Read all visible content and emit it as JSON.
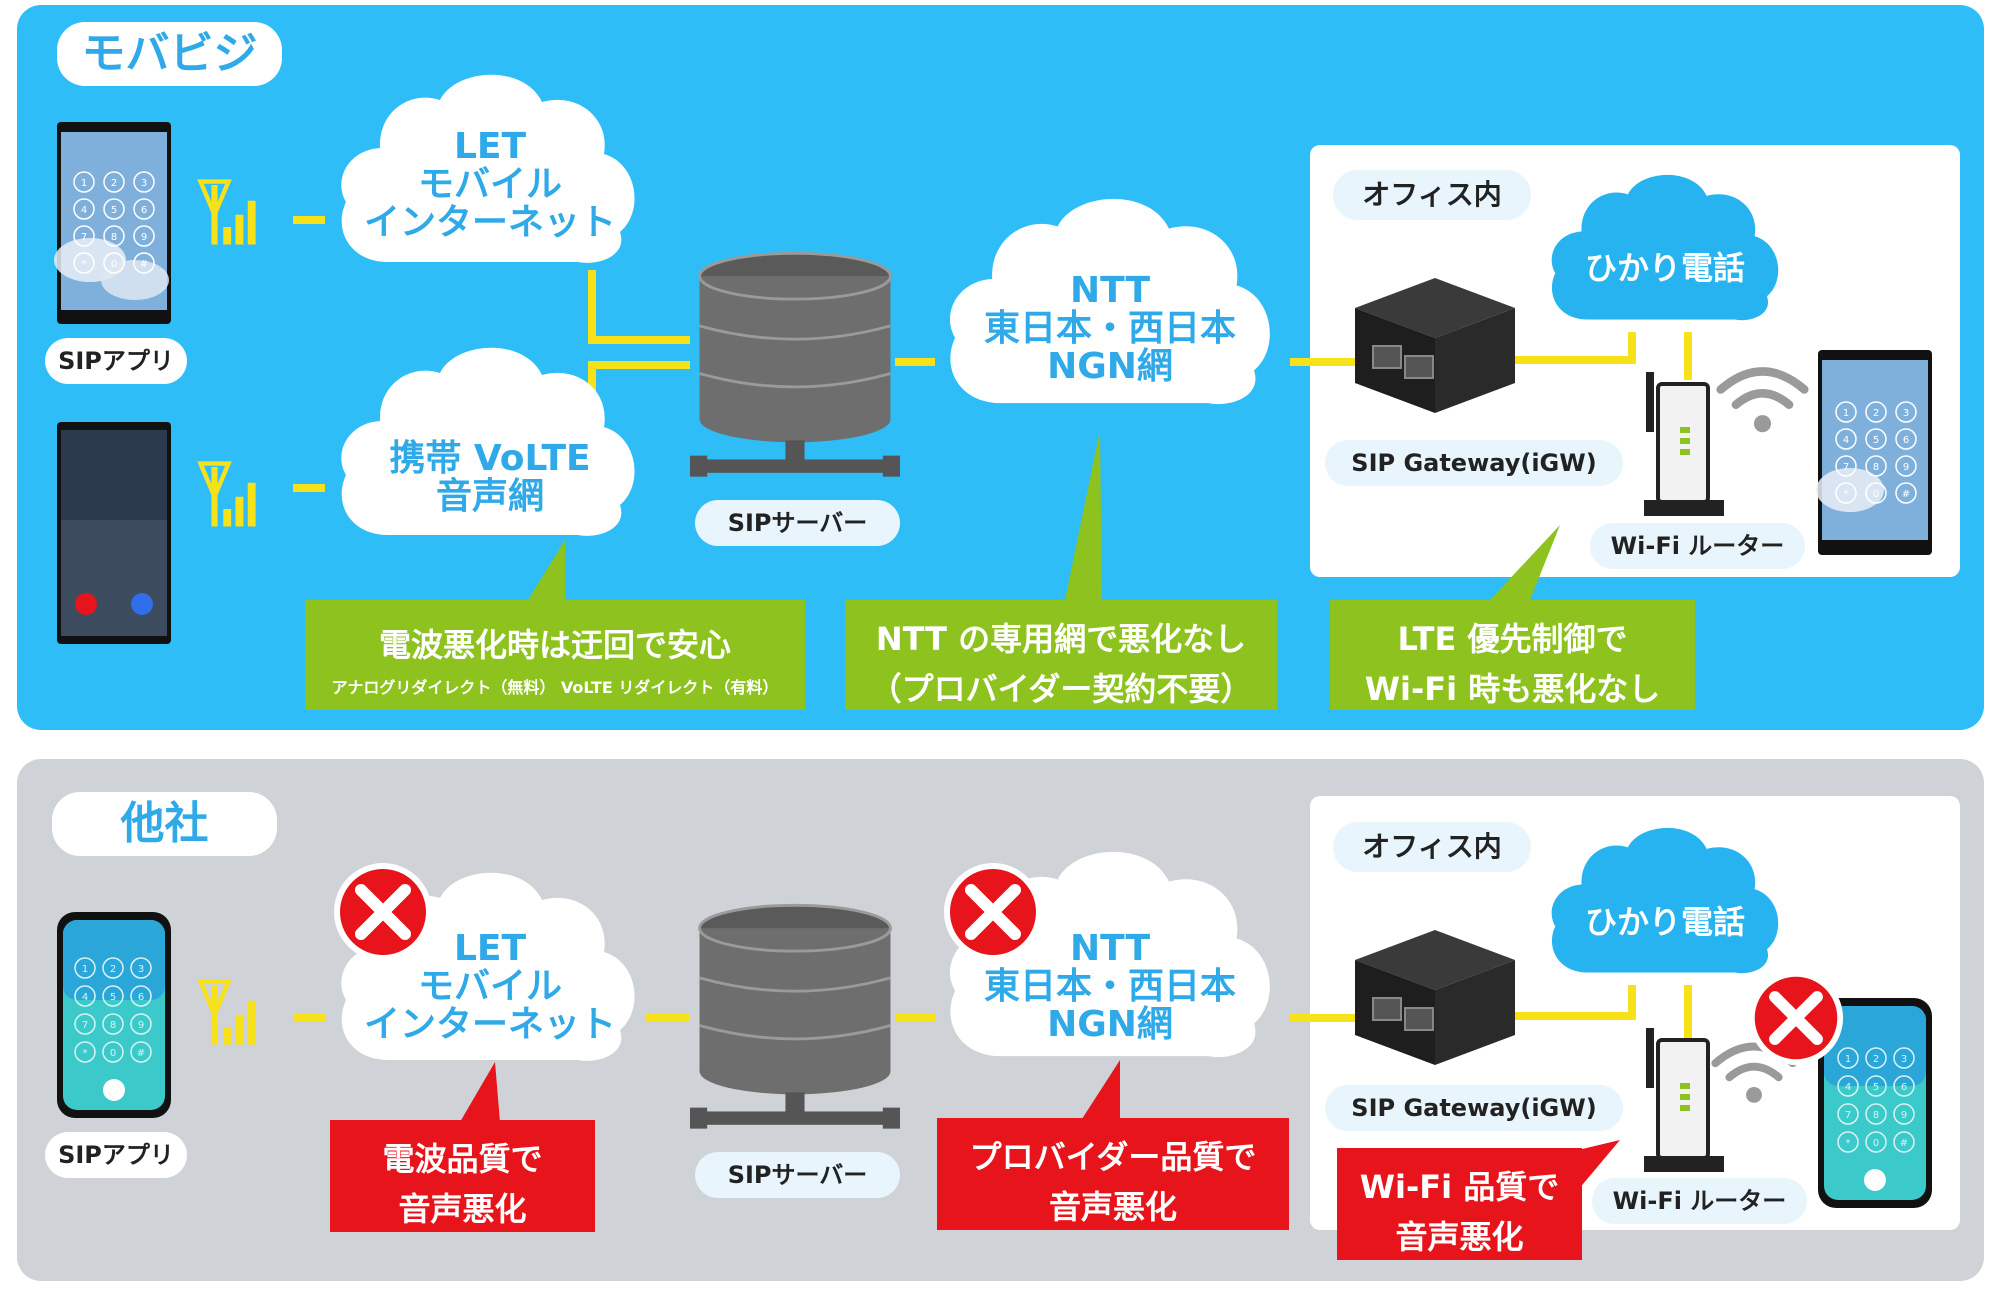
{
  "top": {
    "title": "モバビジ",
    "sip_app_label": "SIPアプリ",
    "cloud_let": [
      "LET",
      "モバイル",
      "インターネット"
    ],
    "cloud_volte": [
      "携帯 VoLTE",
      "音声網"
    ],
    "server_label": "SIPサーバー",
    "cloud_ntt": [
      "NTT",
      "東日本・西日本",
      "NGN網"
    ],
    "office_label": "オフィス内",
    "cloud_hikari": "ひかり電話",
    "gateway_label": "SIP Gateway(iGW)",
    "router_label": "Wi-Fi ルーター",
    "callout_1": {
      "line1": "電波悪化時は迂回で安心",
      "sub": "アナログリダイレクト（無料） VoLTE リダイレクト（有料）"
    },
    "callout_2": {
      "line1": "NTT の専用網で悪化なし",
      "line2": "（プロバイダー契約不要）"
    },
    "callout_3": {
      "line1": "LTE 優先制御で",
      "line2": "Wi-Fi 時も悪化なし"
    }
  },
  "bottom": {
    "title": "他社",
    "sip_app_label": "SIPアプリ",
    "cloud_let": [
      "LET",
      "モバイル",
      "インターネット"
    ],
    "server_label": "SIPサーバー",
    "cloud_ntt": [
      "NTT",
      "東日本・西日本",
      "NGN網"
    ],
    "office_label": "オフィス内",
    "cloud_hikari": "ひかり電話",
    "gateway_label": "SIP Gateway(iGW)",
    "router_label": "Wi-Fi ルーター",
    "callout_1": {
      "line1": "電波品質で",
      "line2": "音声悪化"
    },
    "callout_2": {
      "line1": "プロバイダー品質で",
      "line2": "音声悪化"
    },
    "callout_3": {
      "line1": "Wi-Fi 品質で",
      "line2": "音声悪化"
    }
  },
  "dial_keys": [
    "1",
    "2",
    "3",
    "4",
    "5",
    "6",
    "7",
    "8",
    "9",
    "*",
    "0",
    "#"
  ],
  "colors": {
    "top_bg": "#2fbdf8",
    "bottom_bg": "#cfd2d6",
    "connector": "#f7e21a",
    "green_callout": "#8dc21f",
    "red_callout": "#e8141b",
    "cloud_text": "#2fa9e8"
  }
}
